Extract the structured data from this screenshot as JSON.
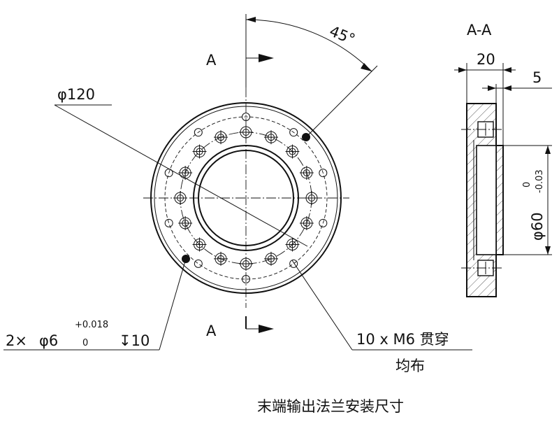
{
  "section_marker": "A",
  "section_view": {
    "title": "A-A",
    "dim_thickness": "20",
    "dim_step": "5",
    "dim_diameter": "φ60",
    "tol_upper": "0",
    "tol_lower": "-0.03"
  },
  "front_view": {
    "angle": "45°",
    "outer_diameter": "φ120",
    "pin_hole": {
      "qty": "2×",
      "dia": "φ6",
      "tol_upper": "+0.018",
      "tol_lower": "0",
      "depth": "↧10"
    },
    "bolt_holes": {
      "spec": "10 x  M6 贯穿",
      "note": "均布"
    }
  },
  "caption": "末端输出法兰安装尺寸"
}
